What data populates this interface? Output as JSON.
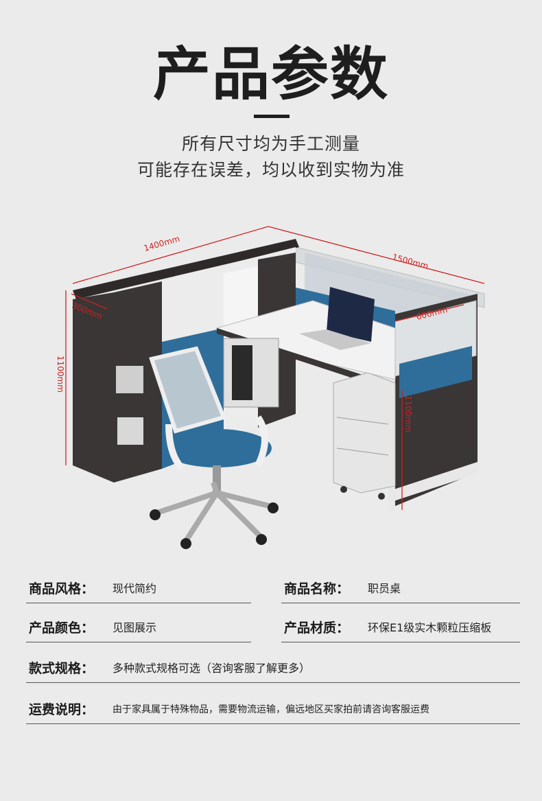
{
  "header": {
    "title": "产品参数",
    "subtitle_line1": "所有尺寸均为手工测量",
    "subtitle_line2": "可能存在误差，均以收到实物为准"
  },
  "dimensions": {
    "width_left": "1400mm",
    "width_right": "1500mm",
    "depth_left": "300mm",
    "depth_right": "600mm",
    "height_left": "1100mm",
    "height_right": "1100mm"
  },
  "product_image": {
    "desc_icon": "office-workstation-image"
  },
  "specs": [
    {
      "label": "商品风格：",
      "value": "现代简约"
    },
    {
      "label": "商品名称：",
      "value": "职员桌"
    },
    {
      "label": "产品颜色：",
      "value": "见图展示"
    },
    {
      "label": "产品材质：",
      "value": "环保E1级实木颗粒压缩板"
    },
    {
      "label": "款式规格：",
      "value": "多种款式规格可选（咨询客服了解更多）"
    },
    {
      "label": "运费说明：",
      "value": "由于家具属于特殊物品，需要物流运输，偏远地区买家拍前请咨询客服运费"
    }
  ],
  "colors": {
    "background": "#ebebeb",
    "dimension_red": "#d02020",
    "panel_blue": "#2f6e9a",
    "cabinet_dark": "#3a3636"
  }
}
